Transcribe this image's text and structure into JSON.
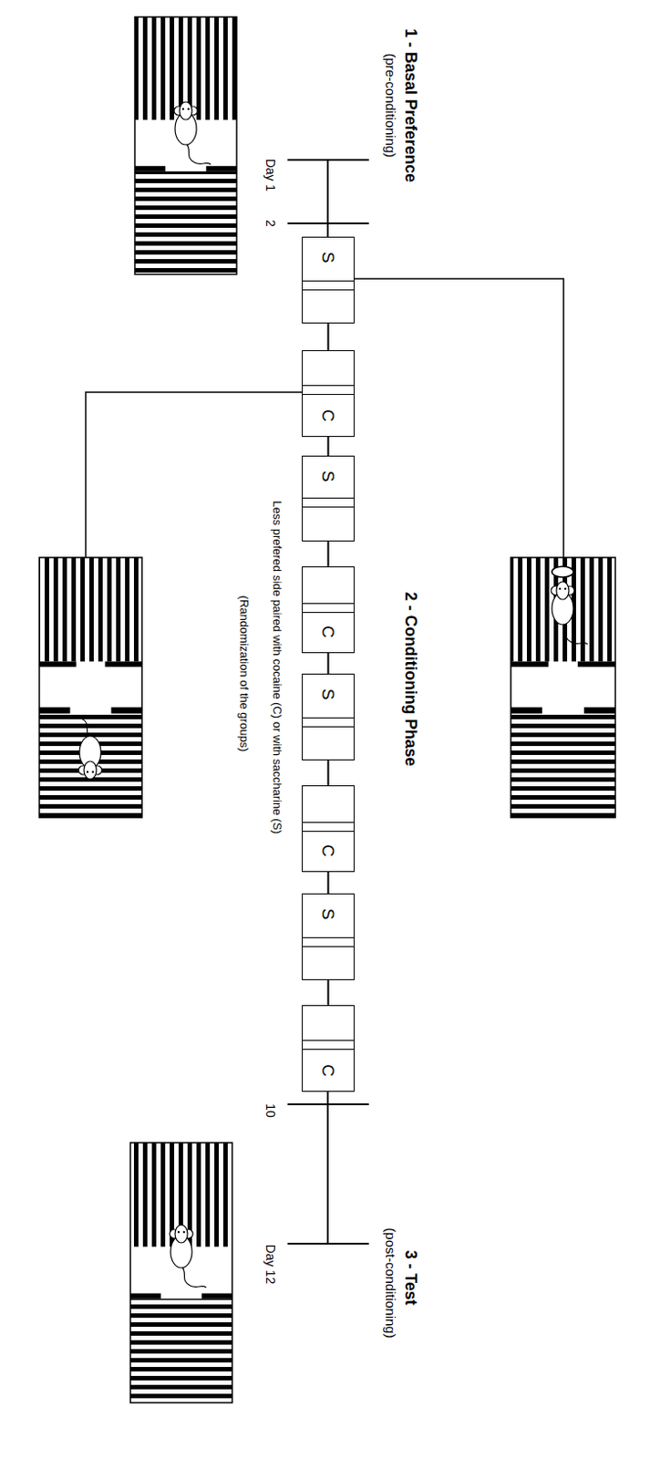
{
  "diagram": {
    "nodes": [
      {
        "text": [
          "S"
        ]
      },
      {
        "text": [
          "C"
        ]
      },
      {
        "text": [
          "S"
        ]
      },
      {
        "text": [
          "C"
        ]
      },
      {
        "text": [
          "S"
        ]
      },
      {
        "text": [
          "C"
        ]
      },
      {
        "text": [
          "S"
        ]
      },
      {
        "text": [
          "C"
        ]
      }
    ],
    "edges": [
      {
        "from": 0,
        "to": 1,
        "arrow": "none"
      },
      {
        "from": 1,
        "to": 2,
        "arrow": "none"
      },
      {
        "from": 2,
        "to": 3,
        "arrow": "none"
      },
      {
        "from": 3,
        "to": 4,
        "arrow": "none"
      },
      {
        "from": 4,
        "to": 5,
        "arrow": "none"
      },
      {
        "from": 5,
        "to": 6,
        "arrow": "none"
      },
      {
        "from": 6,
        "to": 7,
        "arrow": "none"
      }
    ],
    "labels": [
      "1 - Basal Preference",
      "(pre-conditioning)",
      "Day 1",
      "2",
      "2 - Conditioning Phase",
      "Less prefered side paired with cocaine (C) or with saccharine (S)",
      "(Randomization of the groups)",
      "10",
      "3 - Test",
      "(post-conditioning)",
      "Day 12"
    ]
  }
}
